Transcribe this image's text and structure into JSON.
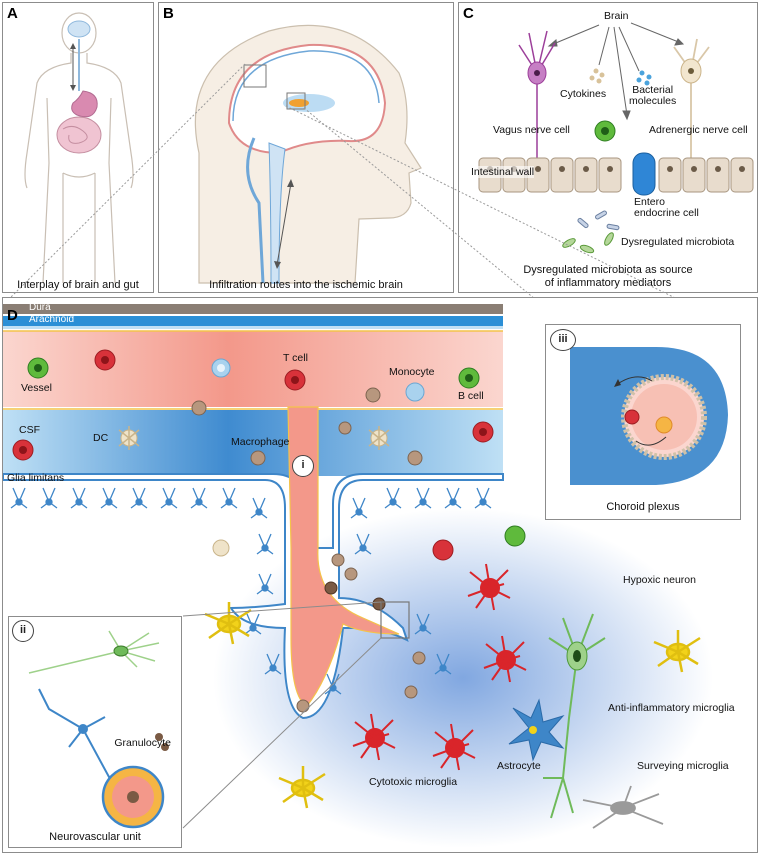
{
  "panels": {
    "a": {
      "letter": "A",
      "caption": "Interplay of brain and gut"
    },
    "b": {
      "letter": "B",
      "caption": "Infiltration routes into the ischemic brain"
    },
    "c": {
      "letter": "C",
      "labels": {
        "brain": "Brain",
        "cytokines": "Cytokines",
        "bacterial_molecules": "Bacterial\nmolecules",
        "vagus_nerve_cell": "Vagus nerve cell",
        "adrenergic_nerve_cell": "Adrenergic nerve cell",
        "intestinal_wall": "Intestinal wall",
        "enteroendocrine_cell": "Entero\nendocrine cell",
        "dysregulated_microbiota": "Dysregulated microbiota"
      },
      "caption": "Dysregulated microbiota as source\nof inflammatory mediators"
    },
    "d": {
      "letter": "D",
      "labels": {
        "dura": "Dura",
        "arachnoid": "Arachnoid",
        "vessel": "Vessel",
        "t_cell": "T cell",
        "monocyte": "Monocyte",
        "b_cell": "B cell",
        "csf": "CSF",
        "dc": "DC",
        "macrophage": "Macrophage",
        "glia_limitans": "Glia limitans",
        "hypoxic_neuron": "Hypoxic neuron",
        "anti_inflammatory_microglia": "Anti-inflammatory microglia",
        "astrocyte": "Astrocyte",
        "surveying_microglia": "Surveying microglia",
        "cytotoxic_microglia": "Cytotoxic microglia"
      },
      "markers": {
        "i": "i",
        "ii": "ii",
        "iii": "iii"
      },
      "inset_ii": {
        "granulocyte": "Granulocyte",
        "caption": "Neurovascular unit"
      },
      "inset_iii": {
        "caption": "Choroid plexus"
      }
    }
  },
  "colors": {
    "vessel_red": "#f4a090",
    "csf_blue": "#4a90cf",
    "dura": "#8a7e74",
    "arachnoid": "#2b8fd6",
    "astrocyte_blue": "#3e86c8",
    "cytotoxic_red": "#d9252a",
    "anti_inflammatory_yellow": "#f2d21a",
    "neuron_green": "#6fba5a",
    "surveying_gray": "#9a9a9a",
    "vagus_purple": "#9c3f9a",
    "b_cell_green": "#5fba3c",
    "t_cell_red": "#d8323a",
    "monocyte_lightblue": "#a9d2ee"
  }
}
